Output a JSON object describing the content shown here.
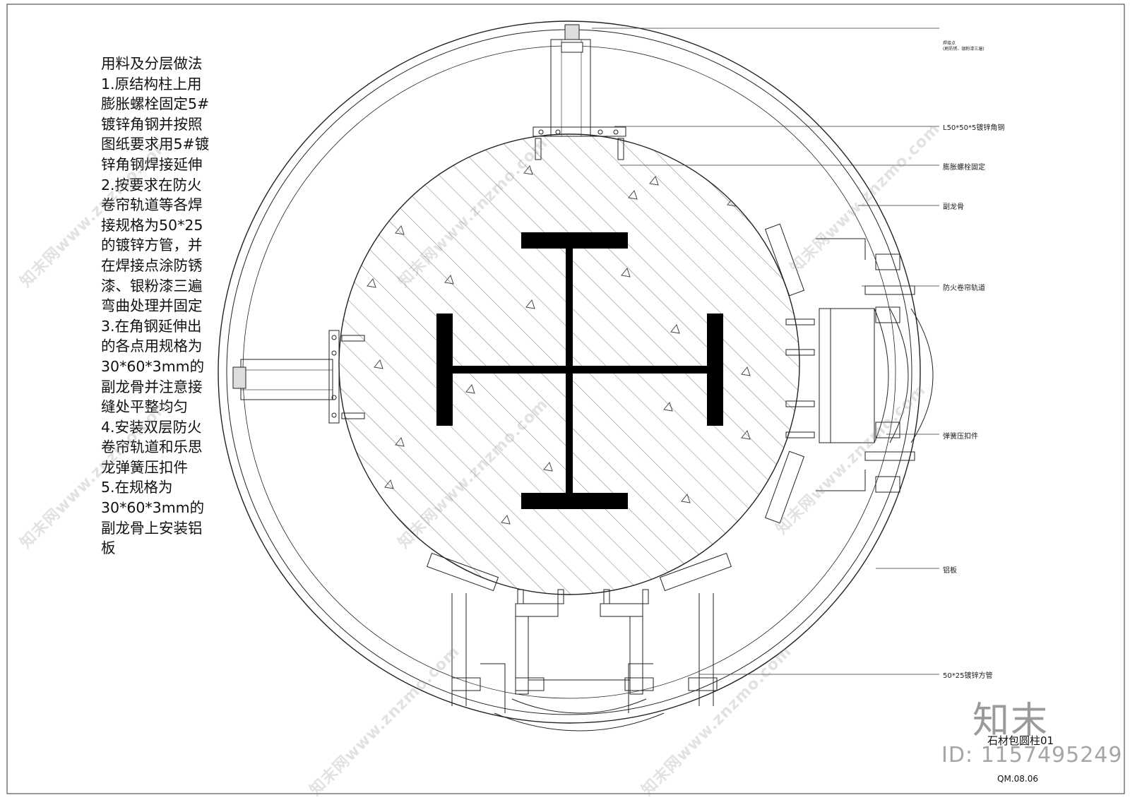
{
  "notes": {
    "lines": [
      "用料及分层做法",
      "1.原结构柱上用",
      "膨胀螺栓固定5#",
      "镀锌角钢并按照",
      "图纸要求用5#镀",
      "锌角钢焊接延伸",
      "2.按要求在防火",
      "卷帘轨道等各焊",
      "接规格为50*25",
      "的镀锌方管，并",
      "在焊接点涂防锈",
      "漆、银粉漆三遍",
      "弯曲处理并固定",
      "3.在角钢延伸出",
      "的各点用规格为",
      "30*60*3mm的",
      "副龙骨并注意接",
      "缝处平整均匀",
      "4.安装双层防火",
      "卷帘轨道和乐思",
      "龙弹簧压扣件",
      "5.在规格为",
      "30*60*3mm的",
      "副龙骨上安装铝",
      "板"
    ]
  },
  "callouts": {
    "c0_line1": "焊接点",
    "c0_line2": "(刷防锈、银粉漆三遍)",
    "c1": "L50*50*5镀锌角钢",
    "c2": "膨胀螺栓固定",
    "c3": "副龙骨",
    "c4": "防火卷帘轨道",
    "c5": "弹簧压扣件",
    "c6": "铝板",
    "c7": "50*25镀锌方管"
  },
  "title_block": {
    "brand": "知末",
    "drawing_title": "石材包圆柱01",
    "id": "ID: 1157495249",
    "code": "QM.08.06"
  },
  "watermark": {
    "text": "知末网www.znzmo.com"
  }
}
